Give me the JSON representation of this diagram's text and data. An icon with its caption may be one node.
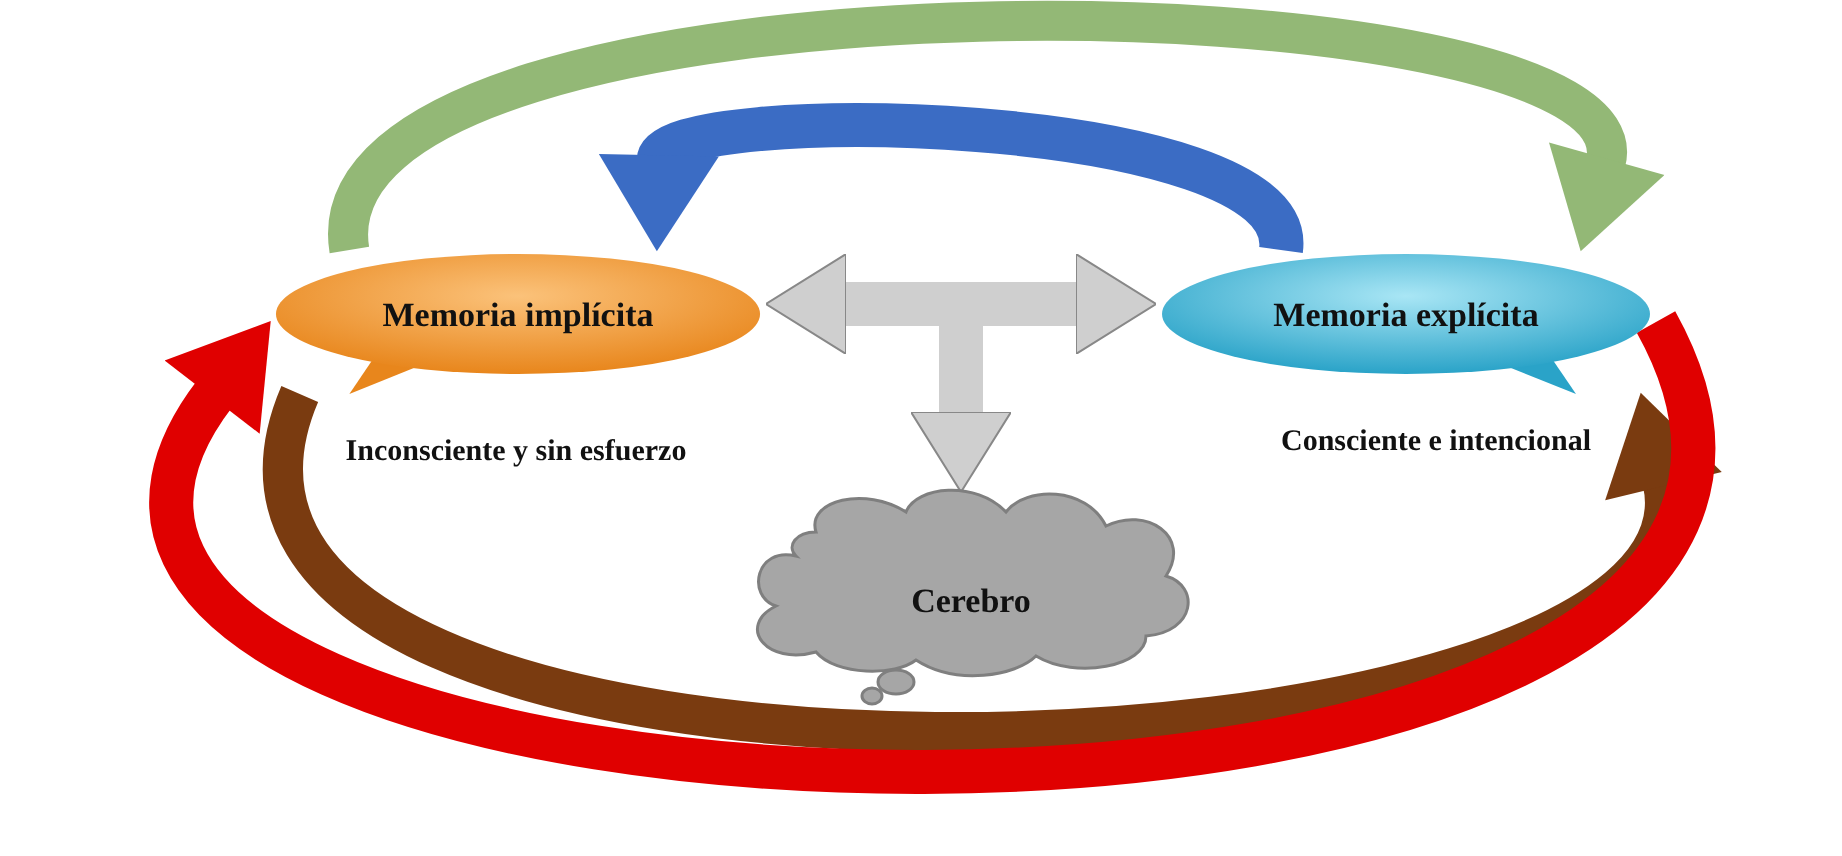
{
  "diagram": {
    "nodes": [
      {
        "text": [
          "Memoria implícita"
        ],
        "beside": [
          "Inconsciente y sin esfuerzo"
        ]
      },
      {
        "text": [
          "Memoria explícita"
        ],
        "beside": [
          "Consciente e intencional"
        ]
      },
      {
        "text": [
          "Cerebro"
        ]
      }
    ],
    "edges": [
      {
        "from": 0,
        "to": 1,
        "arrow": "to",
        "color": "#93b876"
      },
      {
        "from": 1,
        "to": 0,
        "arrow": "to",
        "color": "#3b6cc4"
      },
      {
        "from": 0,
        "to": 1,
        "arrow": "to",
        "color": "#7a3b10"
      },
      {
        "from": 1,
        "to": 0,
        "arrow": "to",
        "color": "#e00000"
      },
      {
        "from": 0,
        "to": 1,
        "arrow": "both",
        "color": "#cfcfcf"
      },
      {
        "from": null,
        "to": 2,
        "arrow": "to",
        "color": "#cfcfcf"
      }
    ]
  }
}
